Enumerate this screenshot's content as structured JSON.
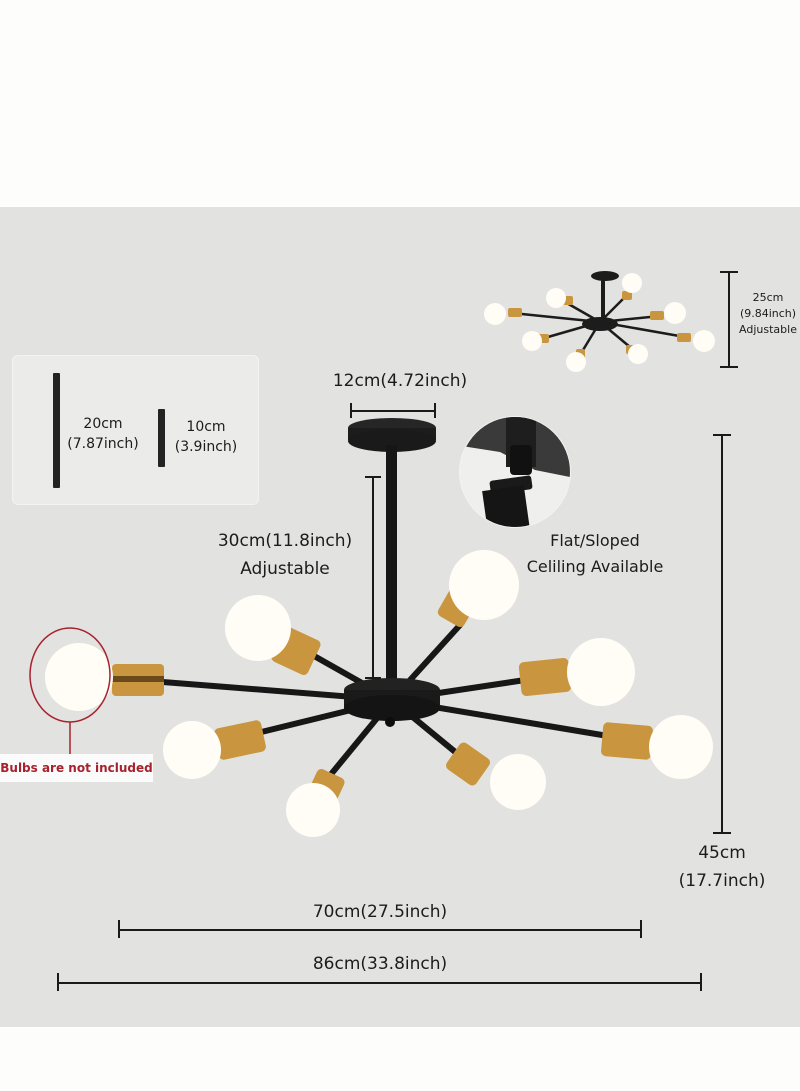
{
  "colors": {
    "background": "#fdfdfb",
    "panel": "#e2e2e0",
    "fixture_black": "#1c1c1c",
    "socket_gold": "#c9963f",
    "bulb_white": "#fffdf6",
    "callout_red": "#a8222d"
  },
  "thumbnail": {
    "height_label": "25cm",
    "height_inch": "(9.84inch)",
    "height_note": "Adjustable"
  },
  "rod_legend": {
    "long_rod": {
      "cm": "20cm",
      "inch": "(7.87inch)"
    },
    "short_rod": {
      "cm": "10cm",
      "inch": "(3.9inch)"
    }
  },
  "canopy": {
    "label": "12cm(4.72inch)"
  },
  "rod_length": {
    "label": "30cm(11.8inch)",
    "note": "Adjustable"
  },
  "ceiling_detail": {
    "line1": "Flat/Sloped",
    "line2": "Celiling Available"
  },
  "callout": {
    "text": "Bulbs are not included"
  },
  "dimensions": {
    "total_height": {
      "cm": "45cm",
      "inch": "(17.7inch)"
    },
    "inner_width": "70cm(27.5inch)",
    "outer_width": "86cm(33.8inch)"
  },
  "fixture": {
    "arms": 8,
    "icons": [
      "chandelier-icon",
      "bulb-icon",
      "socket-icon",
      "canopy-icon",
      "swivel-joint-icon"
    ]
  }
}
